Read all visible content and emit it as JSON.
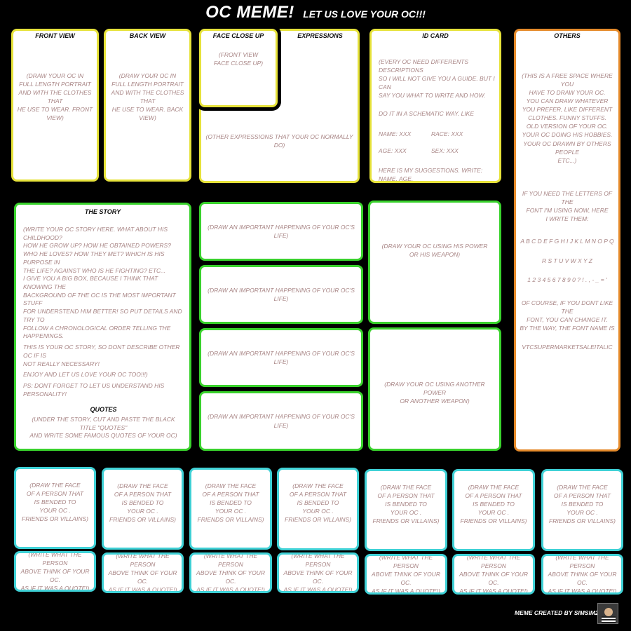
{
  "title": {
    "main": "OC MEME!",
    "tagline": "LET US LOVE YOUR OC!!!"
  },
  "front_view": {
    "heading": "FRONT VIEW",
    "text": "(DRAW YOUR OC IN\nFULL LENGTH PORTRAIT\nAND WITH THE CLOTHES THAT\nHE USE TO WEAR. FRONT VIEW)"
  },
  "back_view": {
    "heading": "BACK VIEW",
    "text": "(DRAW YOUR OC IN\nFULL LENGTH PORTRAIT\nAND WITH THE CLOTHES THAT\nHE USE TO WEAR. BACK VIEW)"
  },
  "face_close_up": {
    "heading": "FACE CLOSE UP",
    "text": "(FRONT VIEW\nFACE CLOSE UP)"
  },
  "expressions": {
    "heading": "EXPRESSIONS",
    "text": "(OTHER EXPRESSIONS THAT YOUR OC NORMALLY DO)"
  },
  "id_card": {
    "heading": "ID CARD",
    "intro": "(EVERY OC NEED DIFFERENTS DESCRIPTIONS\nSO I WILL NOT GIVE YOU A GUIDE. BUT I CAN\nSAY YOU WHAT TO WRITE AND HOW.",
    "schematic": "DO IT IN A SCHEMATIC WAY. LIKE",
    "name": "NAME: XXX",
    "race": "RACE: XXX",
    "age": "AGE: XXX",
    "sex": "SEX: XXX",
    "suggestions": "HERE IS MY SUGGESTIONS. WRITE: NAME, AGE,\nBIRTHDAY, RACE, PARTICULAR FEATURES,\nWHERE HE LIVE, JOBS, LIKES AND DISLIKES,\nHOBBIES, PERSONALITY, VICES, ETC..\nTHINK ABOUT WHICH INFORMATION YOU NEED\nTO DESCRIBE HIM!)"
  },
  "others": {
    "heading": "OTHERS",
    "text": "(THIS IS A FREE SPACE WHERE YOU\nHAVE TO DRAW YOUR OC.\nYOU CAN DRAW WHATEVER\nYOU PREFER, LIKE DIFFERENT\nCLOTHES. FUNNY STUFFS.\nOLD VERSION OF YOUR OC.\nYOUR OC DOING HIS HOBBIES.\nYOUR OC DRAWN BY OTHERS PEOPLE\nETC...)",
    "font_intro": "IF YOU NEED THE LETTERS OF THE\nFONT I'M USING NOW, HERE\nI WRITE THEM:",
    "letters1": "A B C D E F G H I J K L M N O P Q",
    "letters2": "R S T U V W X Y Z",
    "digits": "1 2 3 4 5 6 7 8 9 0 ? ! . , - _ = '",
    "font_outro": "OF COURSE, IF YOU DONT LIKE THE\nFONT, YOU CAN CHANGE IT.\nBY THE WAY, THE FONT NAME IS",
    "font_name": "VTCSUPERMARKETSALEITALIC"
  },
  "story": {
    "heading": "THE STORY",
    "p1": "(WRITE YOUR OC STORY HERE. WHAT ABOUT HIS CHILDHOOD?\nHOW HE GROW UP? HOW HE OBTAINED POWERS?\nWHO HE LOVES? HOW THEY MET? WHICH IS HIS PURPOSE IN\nTHE LIFE? AGAINST WHO IS HE FIGHTING? ETC...\nI GIVE YOU A BIG BOX, BECAUSE I THINK THAT KNOWING THE\nBACKGROUND OF THE OC IS THE MOST IMPORTANT STUFF\nFOR UNDERSTEND HIM BETTER! SO PUT DETAILS AND TRY TO\nFOLLOW A CHRONOLOGICAL ORDER TELLING THE HAPPENINGS.",
    "p2": "THIS IS YOUR OC STORY, SO DONT DESCRIBE OTHER OC IF IS\nNOT REALLY NECESSARY!",
    "p3": "ENJOY AND LET US LOVE YOUR OC TOO!!!)",
    "p4": "PS: DONT FORGET TO LET US UNDERSTAND HIS PERSONALITY!",
    "quotes_heading": "QUOTES",
    "quotes_text": "(UNDER THE STORY, CUT AND PASTE THE BLACK TITLE \"QUOTES\"\nAND WRITE SOME FAMOUS QUOTES OF YOUR OC)"
  },
  "happenings": [
    "(DRAW AN IMPORTANT HAPPENING OF YOUR OC'S LIFE)",
    "(DRAW AN IMPORTANT HAPPENING OF YOUR OC'S LIFE)",
    "(DRAW AN IMPORTANT HAPPENING OF YOUR OC'S LIFE)",
    "(DRAW AN IMPORTANT HAPPENING OF YOUR OC'S LIFE)"
  ],
  "power": {
    "text": "(DRAW YOUR OC USING HIS POWER\nOR HIS WEAPON)"
  },
  "another_power": {
    "text": "(DRAW YOUR OC USING ANOTHER POWER\nOR ANOTHER WEAPON)"
  },
  "faces": [
    "(DRAW THE FACE\nOF A PERSON THAT\nIS BENDED TO\nYOUR OC .\nFRIENDS OR VILLAINS)",
    "(DRAW THE FACE\nOF A PERSON THAT\nIS BENDED TO\nYOUR OC .\nFRIENDS OR VILLAINS)",
    "(DRAW THE FACE\nOF A PERSON THAT\nIS BENDED TO\nYOUR OC .\nFRIENDS OR VILLAINS)",
    "(DRAW THE FACE\nOF A PERSON THAT\nIS BENDED TO\nYOUR OC .\nFRIENDS OR VILLAINS)",
    "(DRAW THE FACE\nOF A PERSON THAT\nIS BENDED TO\nYOUR OC .\nFRIENDS OR VILLAINS)",
    "(DRAW THE FACE\nOF A PERSON THAT\nIS BENDED TO\nYOUR OC .\nFRIENDS OR VILLAINS)",
    "(DRAW THE FACE\nOF A PERSON THAT\nIS BENDED TO\nYOUR OC .\nFRIENDS OR VILLAINS)"
  ],
  "quotes_cells": [
    "(WRITE WHAT THE PERSON\nABOVE THINK OF YOUR OC.\nAS IF IT WAS A QUOTE!)",
    "(WRITE WHAT THE PERSON\nABOVE THINK OF YOUR OC.\nAS IF IT WAS A QUOTE!)",
    "(WRITE WHAT THE PERSON\nABOVE THINK OF YOUR OC.\nAS IF IT WAS A QUOTE!)",
    "(WRITE WHAT THE PERSON\nABOVE THINK OF YOUR OC.\nAS IF IT WAS A QUOTE!)",
    "(WRITE WHAT THE PERSON\nABOVE THINK OF YOUR OC.\nAS IF IT WAS A QUOTE!)",
    "(WRITE WHAT THE PERSON\nABOVE THINK OF YOUR OC.\nAS IF IT WAS A QUOTE!)",
    "(WRITE WHAT THE PERSON\nABOVE THINK OF YOUR OC.\nAS IF IT WAS A QUOTE!)"
  ],
  "credit": "MEME CREATED BY SIMSIM2212",
  "colors": {
    "background": "#000000",
    "panel": "#ffffff",
    "text": "#a88585",
    "yellow_border": "#e6e23a",
    "orange_border": "#e58a2a",
    "green_border": "#39d22c",
    "cyan_border": "#3fd1d6"
  }
}
